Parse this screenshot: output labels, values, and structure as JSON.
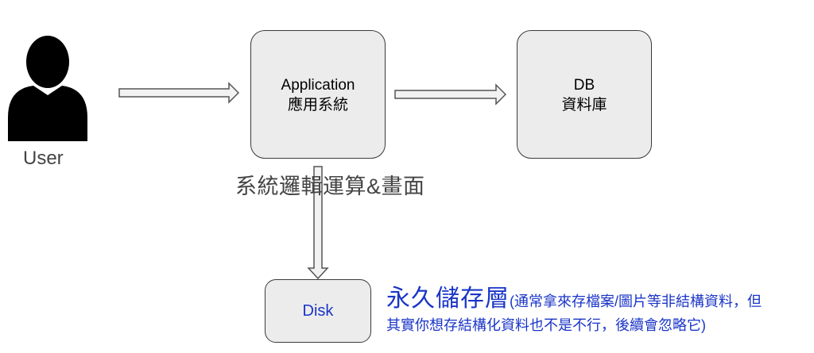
{
  "actors": {
    "user": {
      "label": "User",
      "icon": "user-icon",
      "color": "#000000"
    }
  },
  "nodes": {
    "application": {
      "line1": "Application",
      "line2": "應用系統"
    },
    "db": {
      "line1": "DB",
      "line2": "資料庫"
    },
    "disk": {
      "label": "Disk"
    }
  },
  "annotations": {
    "logic": "系統邏輯運算&畫面",
    "persistence": {
      "title": "永久儲存層",
      "desc_line1": "(通常拿來存檔案/圖片等非結構資料，但",
      "desc_line2": "其實你想存結構化資料也不是不行，後續會忽略它)"
    }
  },
  "colors": {
    "box_fill": "#ececec",
    "box_border": "#3a3a3a",
    "arrow_fill": "#f2f2f2",
    "arrow_stroke": "#555555",
    "accent_blue": "#1a35c7",
    "label_gray": "#444444"
  }
}
